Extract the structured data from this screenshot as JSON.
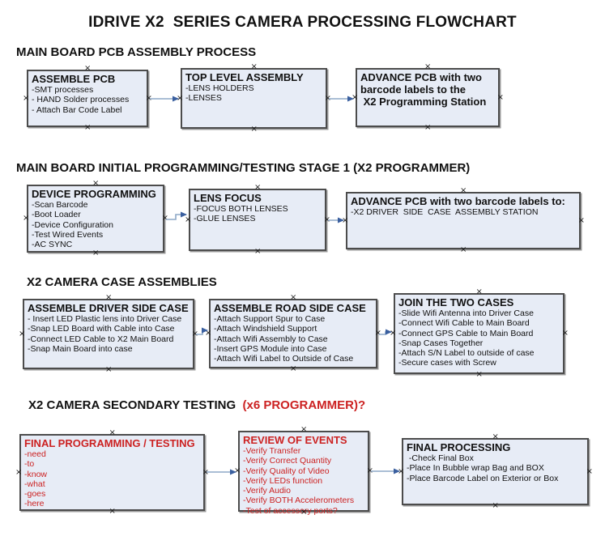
{
  "title": "IDRIVE X2  SERIES CAMERA PROCESSING FLOWCHART",
  "icons": {
    "connection_handle": "×",
    "connector_arrow": "right-triangle"
  },
  "colors": {
    "box_fill": "#e7ecf6",
    "box_border": "#4c4c4c",
    "connector_line": "#8da8c7",
    "connector_arrow": "#3a5f9f",
    "accent_red": "#cc2222",
    "text": "#111111"
  },
  "sections": [
    {
      "heading": "MAIN BOARD PCB ASSEMBLY PROCESS",
      "boxes": [
        {
          "title": "ASSEMBLE PCB",
          "lines": [
            "-SMT processes",
            "- HAND Solder processes",
            "- Attach Bar Code Label"
          ]
        },
        {
          "title": "TOP LEVEL ASSEMBLY",
          "lines": [
            "-LENS HOLDERS",
            "-LENSES"
          ]
        },
        {
          "title": "ADVANCE PCB with two\nbarcode labels to the\n X2 Programming Station",
          "lines": []
        }
      ]
    },
    {
      "heading": "MAIN BOARD INITIAL PROGRAMMING/TESTING STAGE 1 (X2 PROGRAMMER)",
      "boxes": [
        {
          "title": "DEVICE PROGRAMMING",
          "lines": [
            "-Scan Barcode",
            "-Boot Loader",
            "-Device Configuration",
            "-Test Wired Events",
            "-AC SYNC"
          ]
        },
        {
          "title": "LENS FOCUS",
          "lines": [
            "-FOCUS BOTH LENSES",
            "-GLUE LENSES"
          ]
        },
        {
          "title": "ADVANCE PCB with two barcode labels to:",
          "lines": [
            "-X2 DRIVER  SIDE  CASE  ASSEMBLY STATION"
          ]
        }
      ]
    },
    {
      "heading": "X2 CAMERA CASE ASSEMBLIES",
      "boxes": [
        {
          "title": "ASSEMBLE DRIVER SIDE CASE",
          "lines": [
            "- Insert LED Plastic lens into Driver Case",
            "-Snap LED Board with Cable into Case",
            "-Connect LED Cable to X2 Main Board",
            "-Snap Main Board into case"
          ]
        },
        {
          "title": "ASSEMBLE ROAD SIDE CASE",
          "lines": [
            "-Attach Support Spur to Case",
            "-Attach Windshield Support",
            "-Attach Wifi Assembly to Case",
            "-Insert GPS Module into Case",
            "-Attach Wifi Label to Outside of Case"
          ]
        },
        {
          "title": "JOIN THE TWO CASES",
          "lines": [
            "-Slide Wifi Antenna into Driver Case",
            "-Connect Wifi Cable to Main Board",
            "-Connect GPS Cable to Main Board",
            "-Snap Cases Together",
            "-Attach S/N Label to outside of case",
            "-Secure cases with Screw"
          ]
        }
      ]
    },
    {
      "heading": "X2 CAMERA SECONDARY TESTING  ",
      "heading_red": "(x6 PROGRAMMER)?",
      "boxes": [
        {
          "title": "FINAL PROGRAMMING / TESTING",
          "lines": [
            "-need",
            "-to",
            "-know",
            "-what",
            "-goes",
            "-here"
          ]
        },
        {
          "title": "REVIEW OF EVENTS",
          "lines": [
            "-Verify Transfer",
            "-Verify Correct Quantity",
            "-Verify Quality of Video",
            "-Verify LEDs function",
            "-Verify Audio",
            "-Verify BOTH Accelerometers",
            "-Test of accessory ports?"
          ]
        },
        {
          "title": "FINAL PROCESSING",
          "lines": [
            " -Check Final Box",
            "-Place In Bubble wrap Bag and BOX",
            "-Place Barcode Label on Exterior or Box"
          ]
        }
      ]
    }
  ]
}
